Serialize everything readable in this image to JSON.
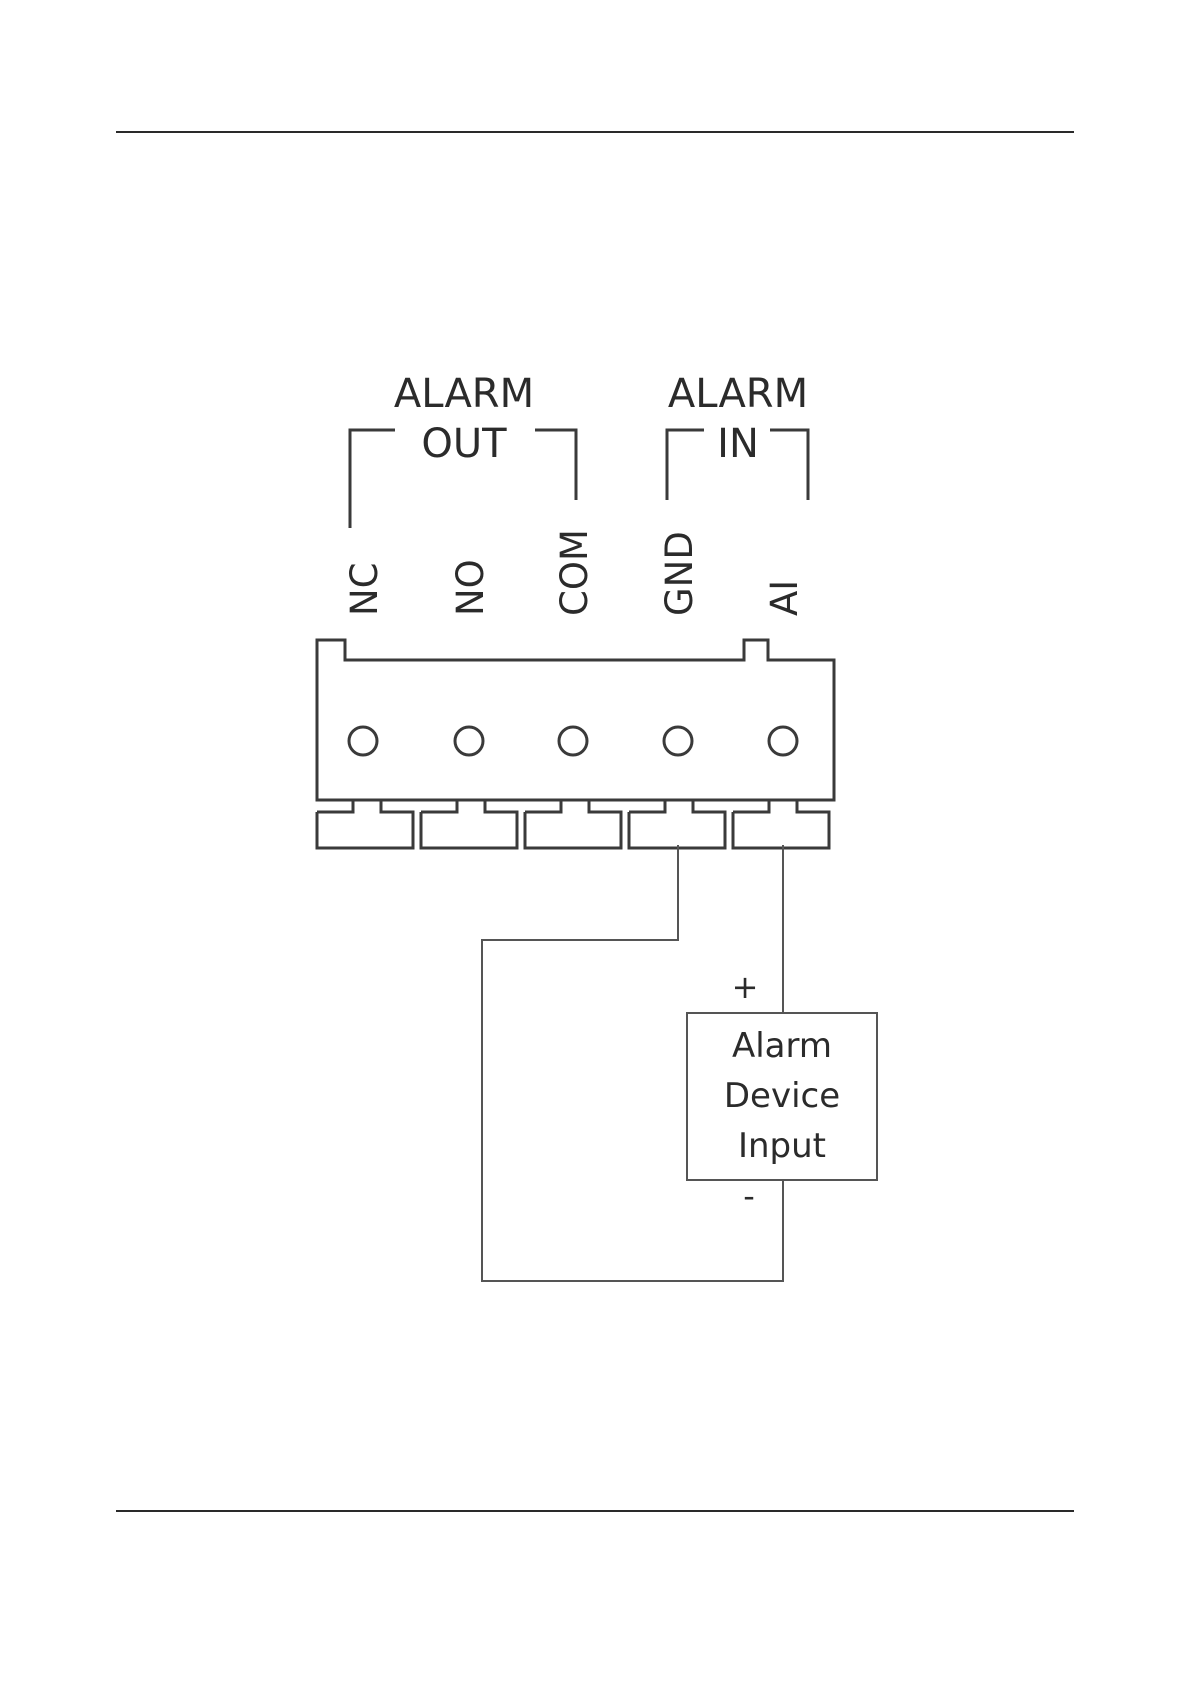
{
  "groups": {
    "alarm_out": {
      "line1": "ALARM",
      "line2": "OUT"
    },
    "alarm_in": {
      "line1": "ALARM",
      "line2": "IN"
    }
  },
  "terminals": [
    "NC",
    "NO",
    "COM",
    "GND",
    "AI"
  ],
  "device": {
    "line1": "Alarm",
    "line2": "Device",
    "line3": "Input",
    "plus": "+",
    "minus": "-"
  }
}
